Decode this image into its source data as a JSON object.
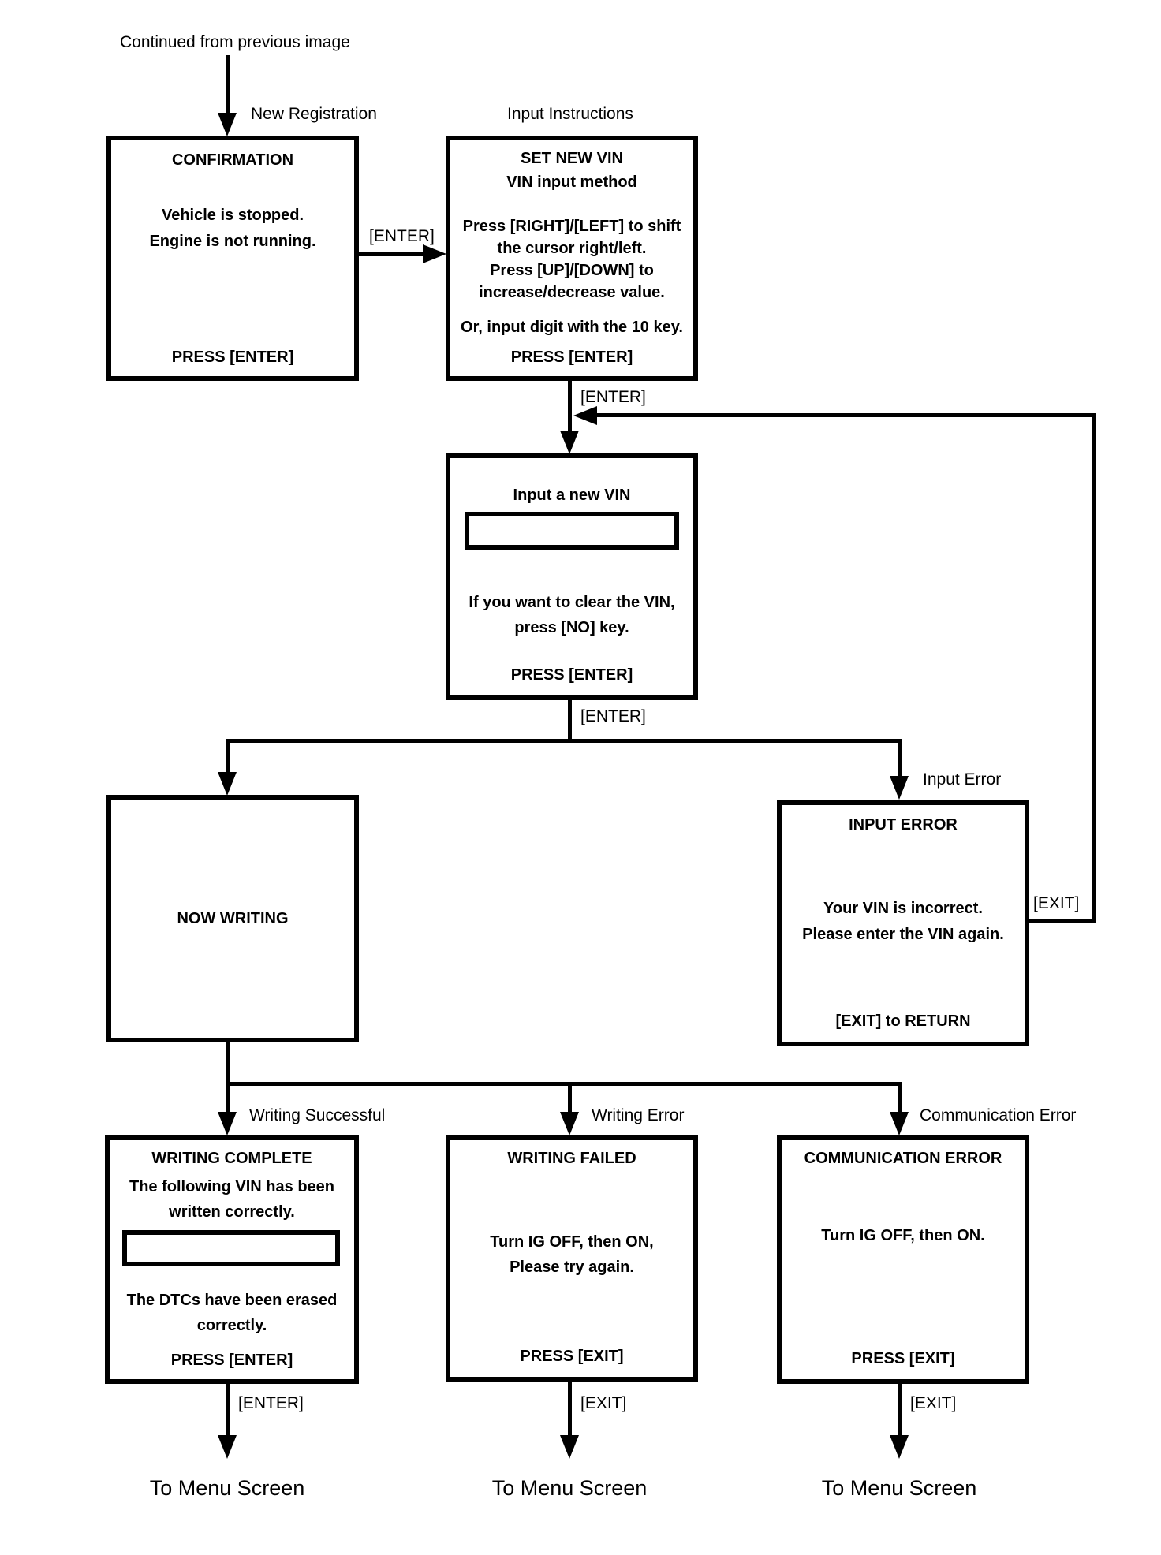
{
  "colors": {
    "line": "#000000",
    "background": "#ffffff"
  },
  "page": {
    "continued_label": "Continued from previous image",
    "to_menu_left": "To Menu Screen",
    "to_menu_middle": "To Menu Screen",
    "to_menu_right": "To Menu Screen"
  },
  "edge_labels": {
    "new_registration": "New Registration",
    "input_instructions": "Input Instructions",
    "enter_to_instructions": "[ENTER]",
    "enter_to_vin_entry": "[ENTER]",
    "enter_after_vin": "[ENTER]",
    "input_error": "Input Error",
    "exit_return_loop": "[EXIT]",
    "writing_successful": "Writing Successful",
    "writing_error": "Writing Error",
    "communication_error": "Communication Error",
    "enter_bottom_left": "[ENTER]",
    "exit_bottom_middle": "[EXIT]",
    "exit_bottom_right": "[EXIT]"
  },
  "boxes": {
    "confirmation": {
      "title": "CONFIRMATION",
      "line1": "Vehicle is stopped.",
      "line2": "Engine is not running.",
      "footer": "PRESS [ENTER]"
    },
    "set_new_vin": {
      "title1": "SET NEW VIN",
      "title2": "VIN input method",
      "line1": "Press [RIGHT]/[LEFT] to shift",
      "line2": "the cursor right/left.",
      "line3": "Press [UP]/[DOWN] to",
      "line4": "increase/decrease value.",
      "line5": "Or, input digit with the 10 key.",
      "footer": "PRESS [ENTER]"
    },
    "input_new_vin": {
      "title": "Input a new VIN",
      "field_value": "",
      "line1": "If you want to clear the VIN,",
      "line2": "press [NO] key.",
      "footer": "PRESS [ENTER]"
    },
    "now_writing": {
      "title": "NOW WRITING"
    },
    "input_error": {
      "title": "INPUT ERROR",
      "line1": "Your VIN is incorrect.",
      "line2": "Please enter the VIN again.",
      "footer": "[EXIT] to RETURN"
    },
    "writing_complete": {
      "title": "WRITING COMPLETE",
      "line1": "The following VIN has been",
      "line2": "written correctly.",
      "field_value": "",
      "line3": "The DTCs have been erased",
      "line4": "correctly.",
      "footer": "PRESS [ENTER]"
    },
    "writing_failed": {
      "title": "WRITING FAILED",
      "line1": "Turn IG OFF, then ON,",
      "line2": "Please try again.",
      "footer": "PRESS [EXIT]"
    },
    "communication_error": {
      "title": "COMMUNICATION ERROR",
      "line1": "Turn IG OFF, then ON.",
      "footer": "PRESS [EXIT]"
    }
  }
}
